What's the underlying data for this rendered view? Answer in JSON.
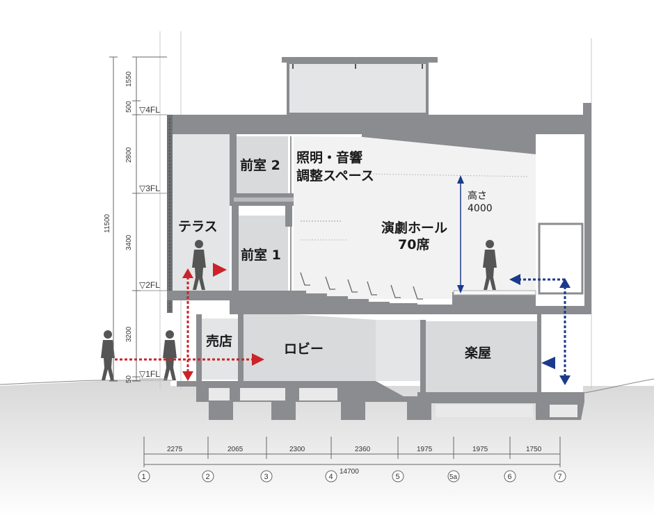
{
  "rooms": {
    "anteroom_2": "前室 2",
    "lighting_sound": "照明・音響",
    "control_space": "調整スペース",
    "terrace": "テラス",
    "anteroom_1": "前室 1",
    "theater_hall": "演劇ホール",
    "seats": "70席",
    "shop": "売店",
    "lobby": "ロビー",
    "dressing_room": "楽屋"
  },
  "height_note": {
    "label": "高さ",
    "value": "4000"
  },
  "levels": {
    "fl4": "▽4FL",
    "fl3": "▽3FL",
    "fl2": "▽2FL",
    "fl1": "▽1FL"
  },
  "vertical_dims": {
    "d1550": "1550",
    "d500": "500",
    "d2800": "2800",
    "total": "11500",
    "d3400": "3400",
    "d3200": "3200",
    "d50": "50"
  },
  "horizontal_dims": {
    "spans": [
      "2275",
      "2065",
      "2300",
      "2360",
      "1975",
      "1975",
      "1750"
    ],
    "total": "14700"
  },
  "grid_axes": [
    "1",
    "2",
    "3",
    "4",
    "5",
    "5a",
    "6",
    "7"
  ],
  "colors": {
    "structure": "#8a8c8f",
    "structure_dark": "#6f7174",
    "room_fill": "#e4e5e6",
    "hall_fill": "#f2f2f2",
    "ground": "#dcdcdc",
    "red_arrow": "#cc2229",
    "blue_arrow": "#1b3a8c"
  },
  "icons": {
    "person": "person-silhouette-icon",
    "arrow": "triangle-arrow-icon"
  }
}
